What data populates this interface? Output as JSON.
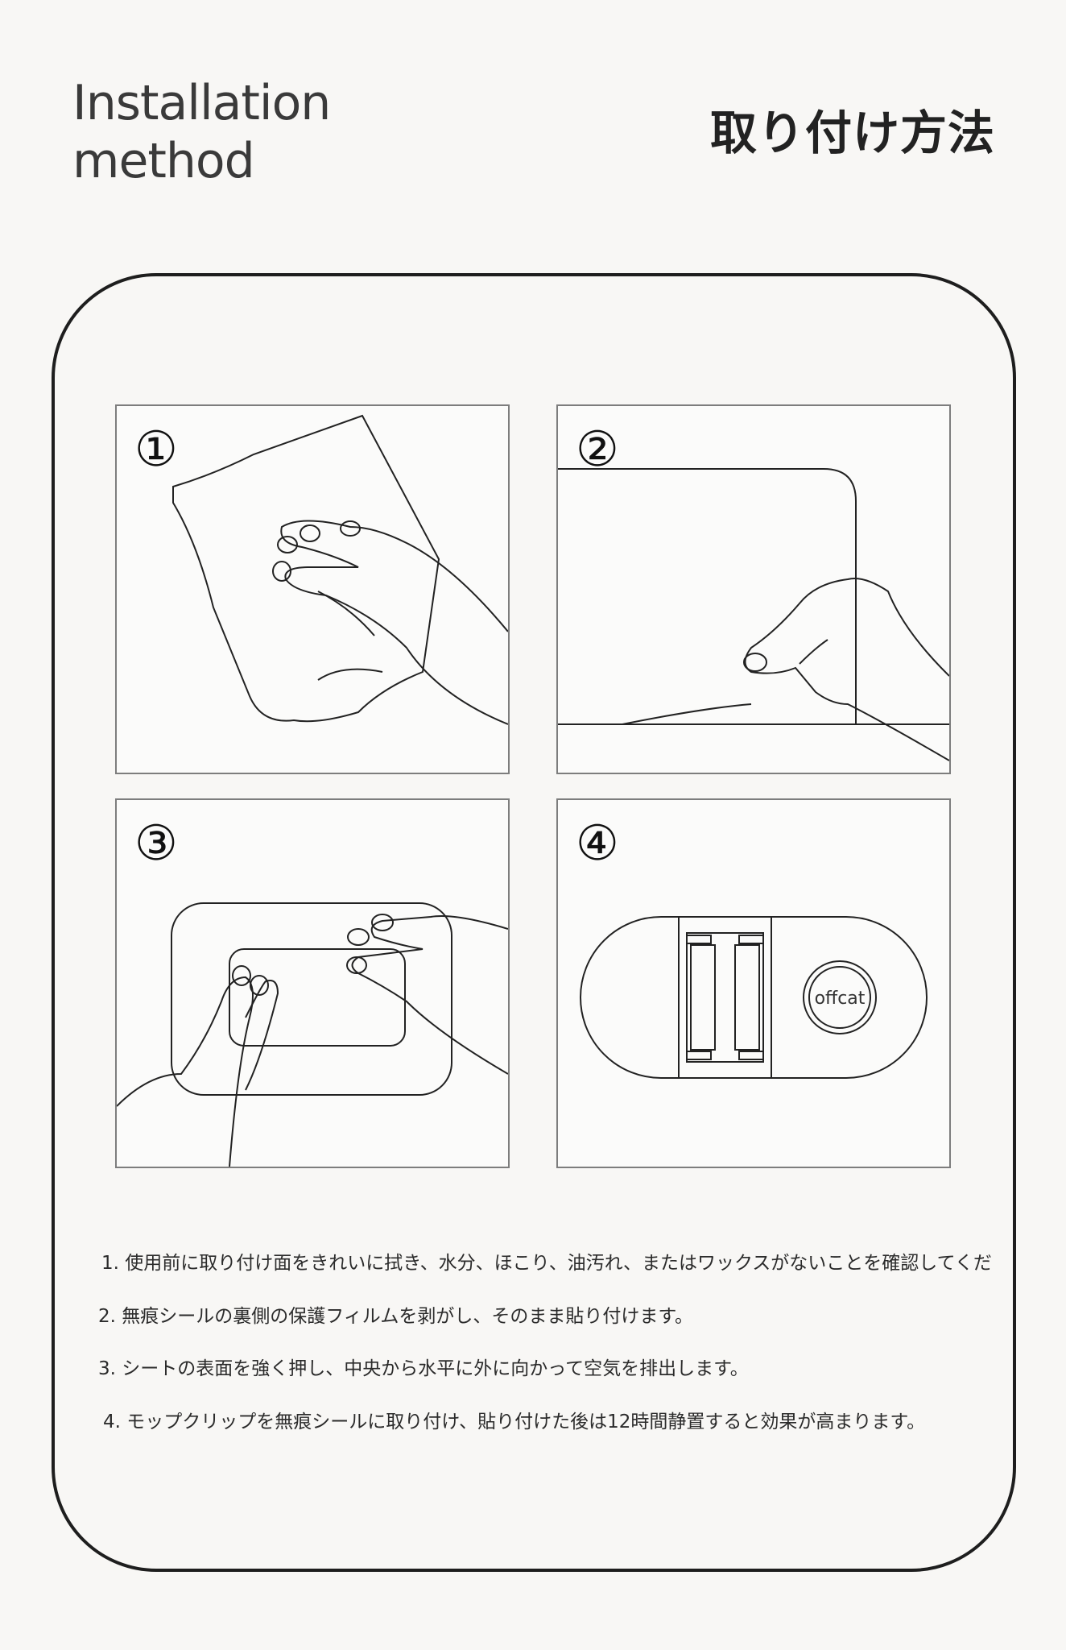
{
  "header": {
    "title_en_line1": "Installation",
    "title_en_line2": "method",
    "title_ja": "取り付け方法"
  },
  "panels": [
    {
      "number": "①",
      "illustration": "hand-wiping-surface-with-cloth"
    },
    {
      "number": "②",
      "illustration": "hand-peeling-film"
    },
    {
      "number": "③",
      "illustration": "hands-pressing-sticker"
    },
    {
      "number": "④",
      "illustration": "mop-clip-mounted",
      "brand": "offcat"
    }
  ],
  "steps": [
    "1. 使用前に取り付け面をきれいに拭き、水分、ほこり、油汚れ、またはワックスがないことを確認してくだ",
    "2. 無痕シールの裏側の保護フィルムを剥がし、そのまま貼り付けます。",
    "3. シートの表面を強く押し、中央から水平に外に向かって空気を排出します。",
    "4. モップクリップを無痕シールに取り付け、貼り付けた後は12時間静置すると効果が高まります。"
  ]
}
